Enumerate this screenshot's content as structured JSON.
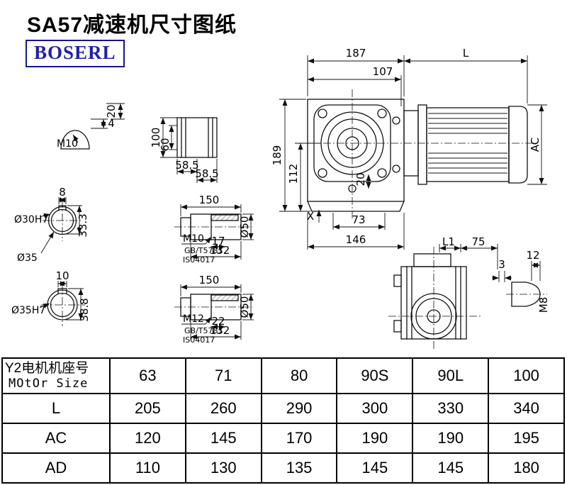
{
  "page": {
    "title": "SA57减速机尺寸图纸",
    "brand": "BOSERL",
    "brand_color": "#1f1fae"
  },
  "views": {
    "main": {
      "dim_187": "187",
      "dim_L": "L",
      "dim_107": "107",
      "dim_189": "189",
      "dim_112": "112",
      "dim_20": "20",
      "label_X": "X",
      "dim_73": "73",
      "dim_146": "146",
      "dim_AC": "AC"
    },
    "rear": {
      "dim_L1": "L1",
      "dim_75": "75",
      "dim_3": "3",
      "dim_12": "12",
      "label_M8": "M8"
    },
    "key_section": {
      "label_M10": "M10",
      "dim_4": "4",
      "dim_20": "20"
    },
    "coupling_top": {
      "dim_100": "100",
      "dim_60": "60",
      "dim_58_5_a": "58.5",
      "dim_58_5_b": "58.5"
    },
    "bore_small": {
      "dim_8": "8",
      "label_bore": "Ø30H7",
      "dim_33_3": "33.3",
      "label_od": "Ø35"
    },
    "shaft_small": {
      "dim_150": "150",
      "label_thread": "M10",
      "std_1": "GB/T5781",
      "std_2": "IS04017",
      "dim_17": "17",
      "dim_132": "132",
      "dim_dia": "Ø50"
    },
    "bore_large": {
      "dim_10": "10",
      "label_bore": "Ø35H7",
      "dim_38_8": "38.8"
    },
    "shaft_large": {
      "dim_150": "150",
      "label_thread": "M12",
      "std_1": "GB/T5781",
      "std_2": "IS04017",
      "dim_22": "22",
      "dim_132": "132",
      "dim_dia": "Ø50"
    }
  },
  "table": {
    "header": {
      "label_cn": "Y2电机机座号",
      "label_en": "MOtOr Size",
      "sizes": [
        "63",
        "71",
        "80",
        "90S",
        "90L",
        "100"
      ]
    },
    "rows": [
      {
        "label": "L",
        "values": [
          "205",
          "260",
          "290",
          "300",
          "330",
          "340"
        ]
      },
      {
        "label": "AC",
        "values": [
          "120",
          "145",
          "170",
          "190",
          "190",
          "195"
        ]
      },
      {
        "label": "AD",
        "values": [
          "110",
          "130",
          "135",
          "145",
          "145",
          "180"
        ]
      }
    ]
  }
}
